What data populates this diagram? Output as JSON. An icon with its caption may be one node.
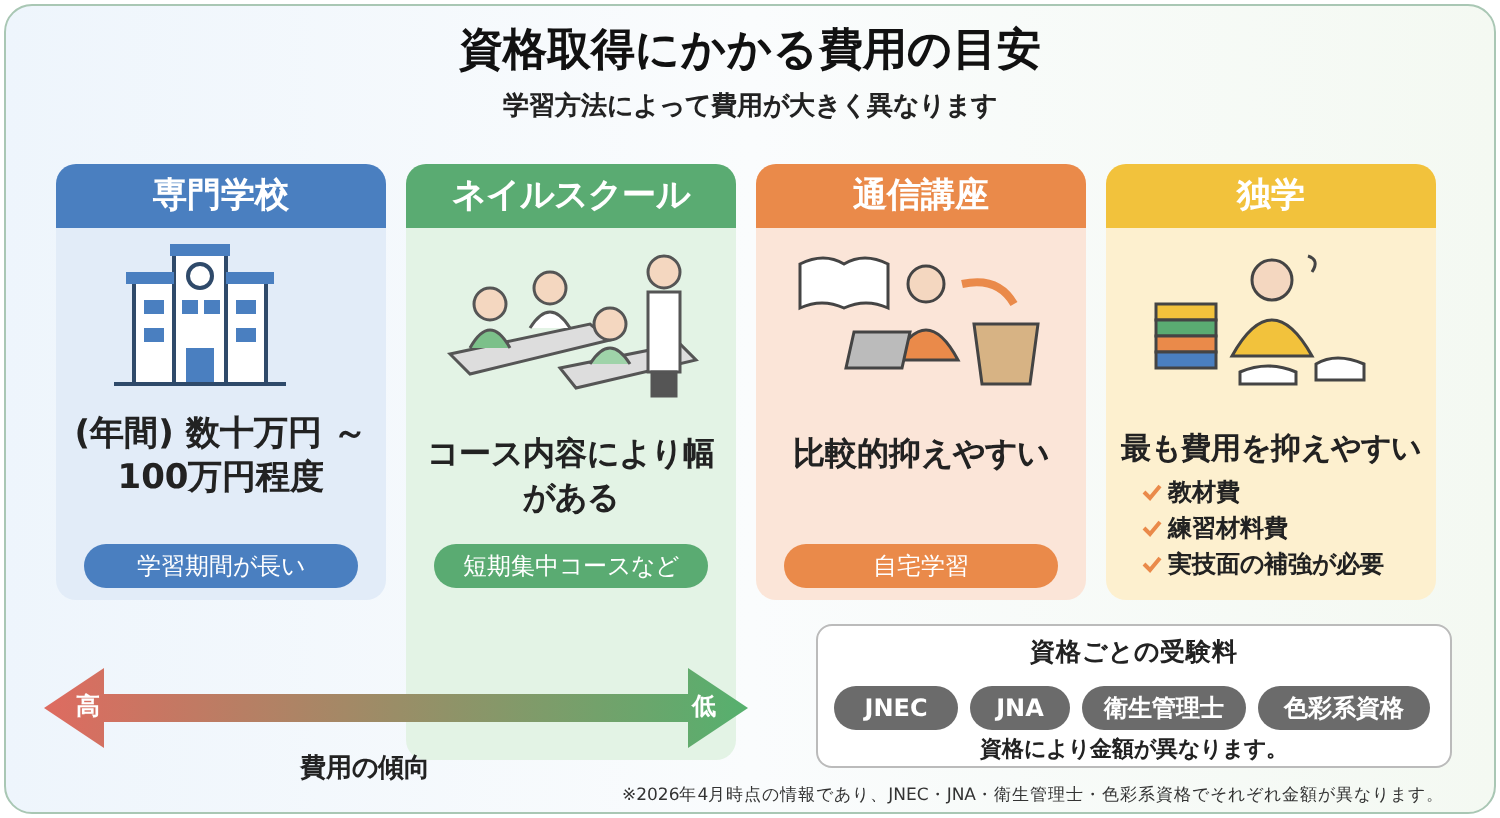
{
  "diagram": {
    "title": "資格取得にかかる費用の目安",
    "nodes": [
      {
        "text": [
          "専門学校",
          "(年間) 数十万円 ～ 100万円程度",
          "学習期間が長い"
        ]
      },
      {
        "text": [
          "ネイルスクール",
          "コース内容により幅がある",
          "短期集中コースなど"
        ]
      },
      {
        "text": [
          "通信講座",
          "比較的抑えやすい",
          "自宅学習"
        ]
      },
      {
        "text": [
          "独学",
          "最も費用を抑えやすい",
          "教材費",
          "練習材料費",
          "実技面の補強が必要"
        ]
      },
      {
        "text": [
          "資格ごとの受験料",
          "資格により金額が異なります。"
        ]
      },
      {
        "text": [
          "JNEC"
        ],
        "in": 4
      },
      {
        "text": [
          "JNA"
        ],
        "in": 4
      },
      {
        "text": [
          "衛生管理士"
        ],
        "in": 4
      },
      {
        "text": [
          "色彩系資格"
        ],
        "in": 4
      }
    ],
    "edges": [],
    "labels": [
      "学習方法によって費用が大きく異なります",
      "高",
      "低",
      "費用の傾向",
      "※2026年4月時点の情報であり、JNEC・JNA・衛生管理士・色彩系資格でそれぞれ金額が異なります。"
    ]
  }
}
